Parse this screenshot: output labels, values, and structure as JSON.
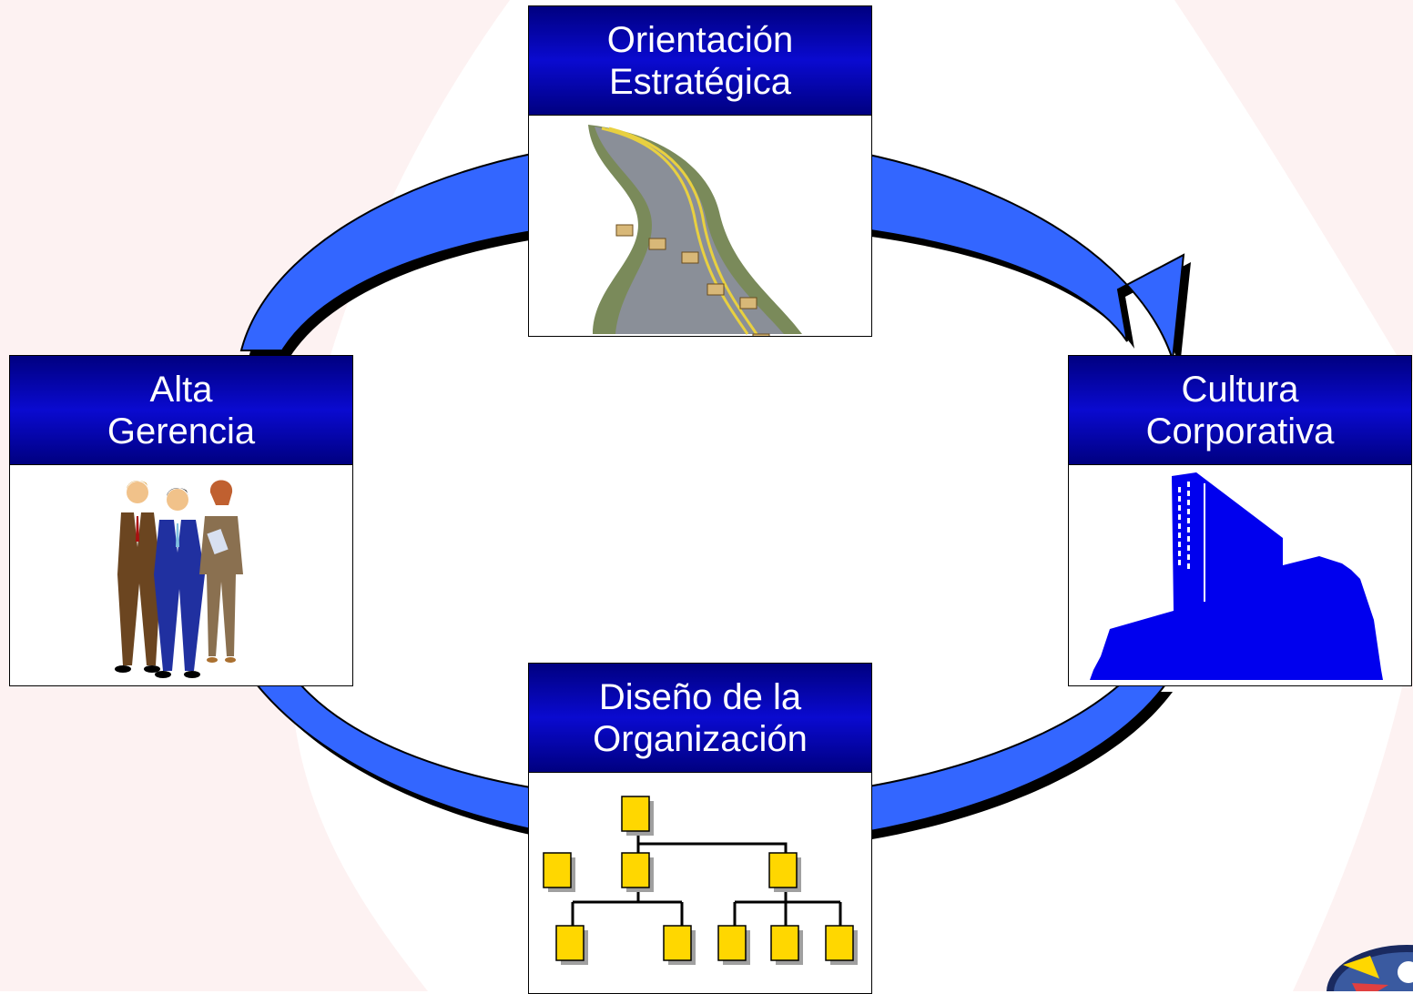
{
  "diagram": {
    "nodes": [
      {
        "id": "orientacion",
        "line1": "Orientación",
        "line2": "Estratégica",
        "image": "winding-road-with-signposts"
      },
      {
        "id": "cultura",
        "line1": "Cultura",
        "line2": "Corporativa",
        "image": "corporate-building"
      },
      {
        "id": "diseno",
        "line1": "Diseño de la",
        "line2": "Organización",
        "image": "org-chart"
      },
      {
        "id": "alta",
        "line1": "Alta",
        "line2": "Gerencia",
        "image": "business-people"
      }
    ],
    "cycle_direction": "clockwise",
    "colors": {
      "arrow": "#3366ff",
      "header": "#000080",
      "org_box": "#ffd700",
      "building": "#0000ee"
    }
  }
}
